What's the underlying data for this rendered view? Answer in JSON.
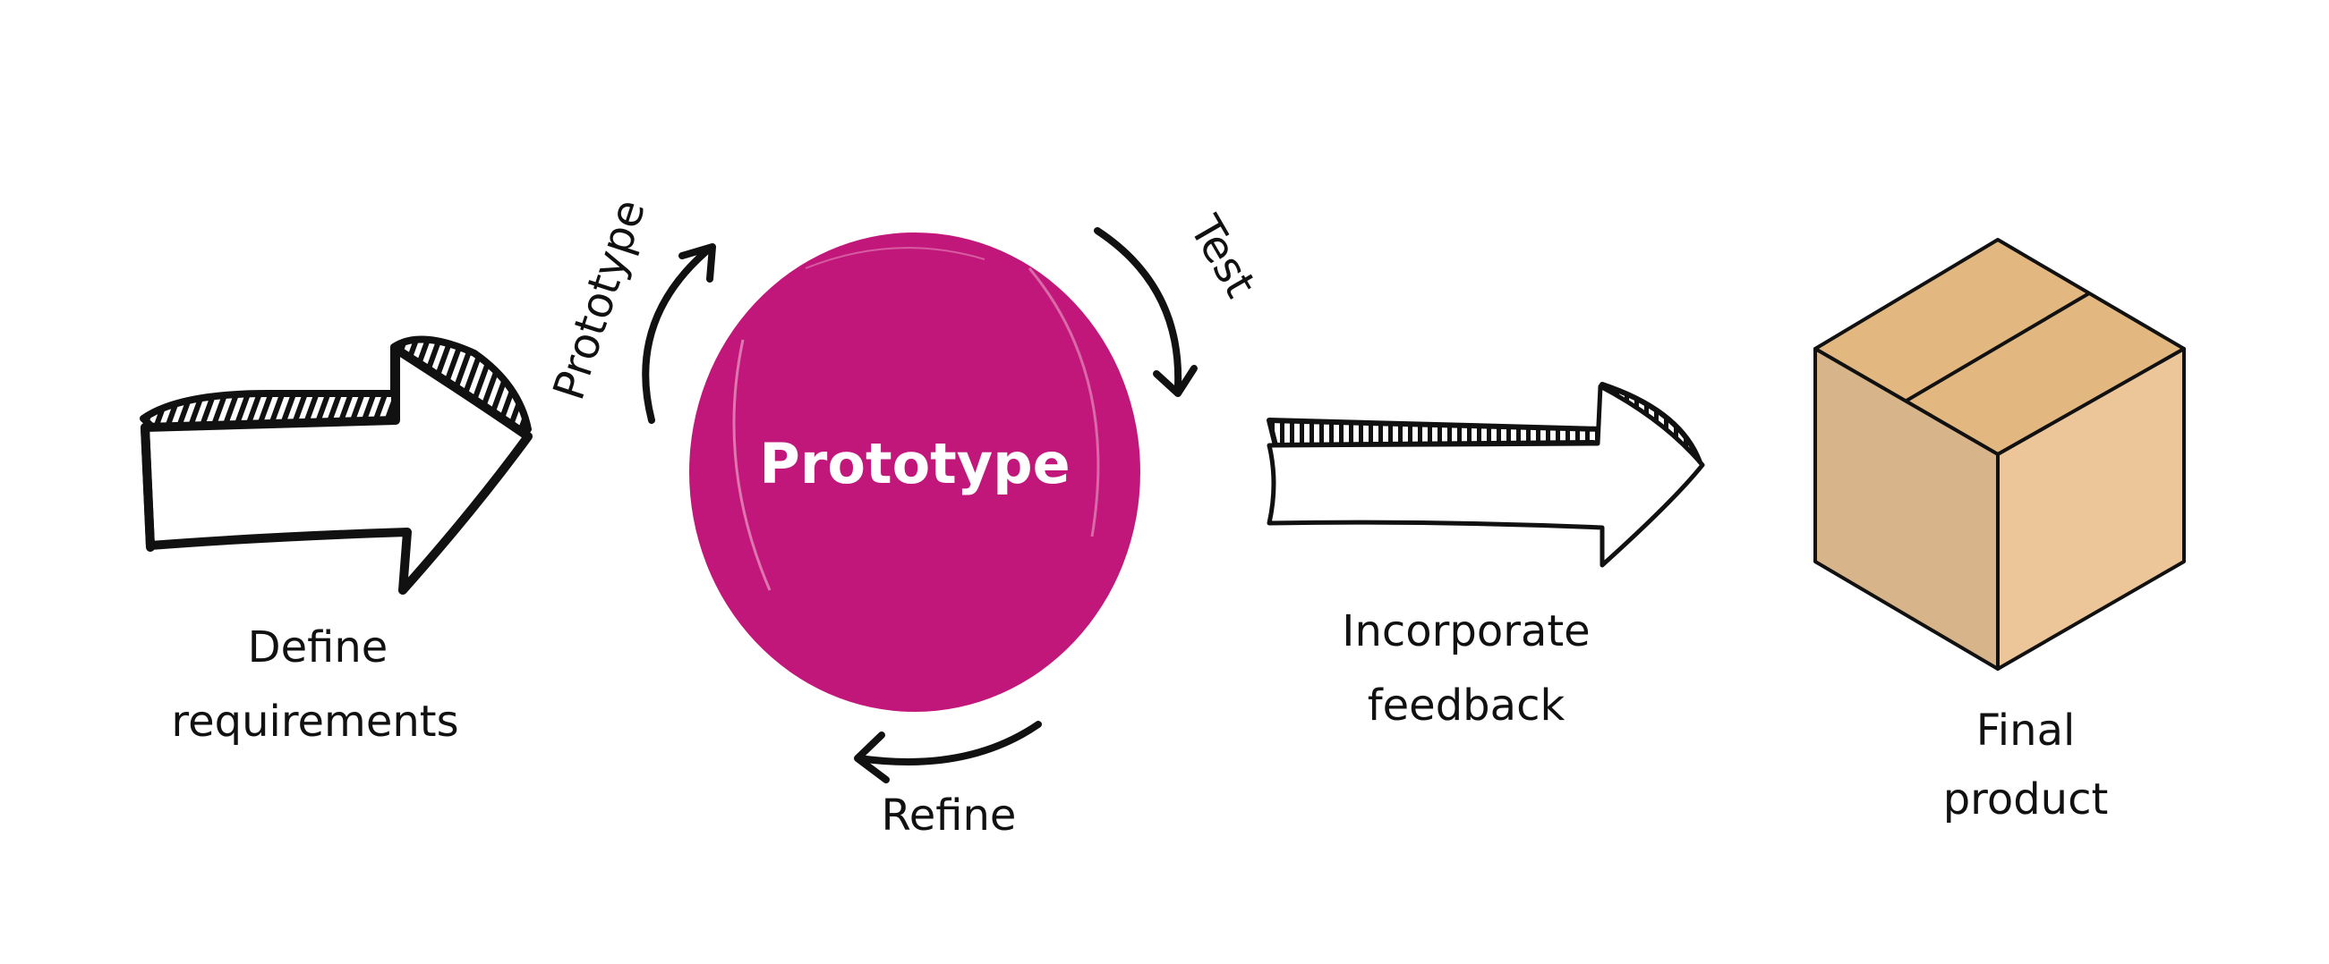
{
  "colors": {
    "prototype_circle": "#C2177A",
    "box_left": "#D7B48A",
    "box_right": "#ECC699",
    "box_top": "#E2B880",
    "outline": "#111111"
  },
  "labels": {
    "define_line1": "Define",
    "define_line2": "requirements",
    "center": "Prototype",
    "cycle_prototype": "Prototype",
    "cycle_test": "Test",
    "cycle_refine": "Refine",
    "incorporate_line1": "Incorporate",
    "incorporate_line2": "feedback",
    "final_line1": "Final",
    "final_line2": "product"
  },
  "icons": {
    "first_arrow": "hand-drawn-right-arrow-icon",
    "second_arrow": "hand-drawn-right-arrow-icon",
    "final": "cardboard-box-icon"
  }
}
